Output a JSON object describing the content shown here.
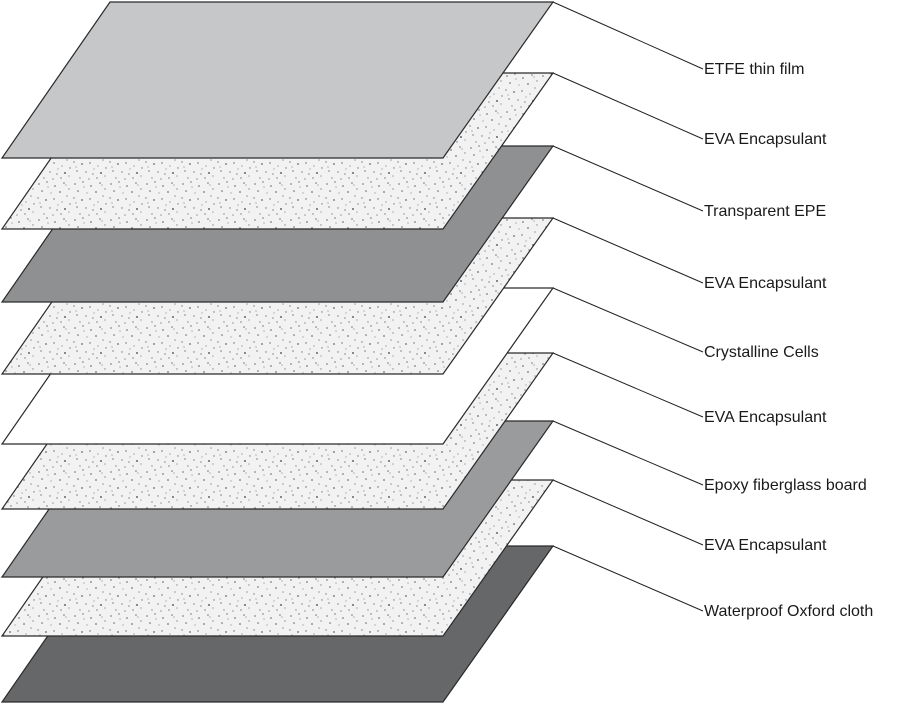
{
  "diagram": {
    "layers": [
      {
        "label": "ETFE thin film",
        "fill": "#c6c7c9",
        "texture": "solid"
      },
      {
        "label": "EVA Encapsulant",
        "fill": "#f2f2f2",
        "texture": "speckle"
      },
      {
        "label": "Transparent EPE",
        "fill": "#8f9092",
        "texture": "solid"
      },
      {
        "label": "EVA Encapsulant",
        "fill": "#f2f2f2",
        "texture": "speckle"
      },
      {
        "label": "Crystalline Cells",
        "fill": "#ffffff",
        "texture": "grid"
      },
      {
        "label": "EVA Encapsulant",
        "fill": "#f2f2f2",
        "texture": "speckle"
      },
      {
        "label": "Epoxy fiberglass board",
        "fill": "#9a9b9d",
        "texture": "solid"
      },
      {
        "label": "EVA Encapsulant",
        "fill": "#f2f2f2",
        "texture": "speckle"
      },
      {
        "label": "Waterproof Oxford cloth",
        "fill": "#666768",
        "texture": "solid"
      }
    ]
  }
}
